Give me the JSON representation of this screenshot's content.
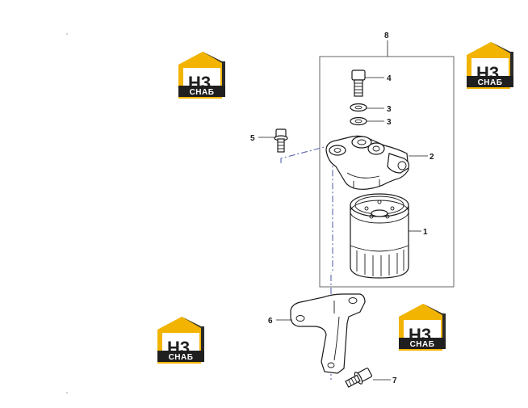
{
  "diagram": {
    "callouts": [
      {
        "id": "c8",
        "text": "8"
      },
      {
        "id": "c4",
        "text": "4"
      },
      {
        "id": "c3a",
        "text": "3"
      },
      {
        "id": "c3b",
        "text": "3"
      },
      {
        "id": "c5",
        "text": "5"
      },
      {
        "id": "c2",
        "text": "2"
      },
      {
        "id": "c1",
        "text": "1"
      },
      {
        "id": "c6",
        "text": "6"
      },
      {
        "id": "c7",
        "text": "7"
      }
    ],
    "parts": [
      {
        "callout": "1",
        "icon": "oil-filter-cartridge-icon"
      },
      {
        "callout": "2",
        "icon": "filter-head-icon"
      },
      {
        "callout": "3",
        "icon": "washer-icon"
      },
      {
        "callout": "4",
        "icon": "banjo-bolt-icon"
      },
      {
        "callout": "5",
        "icon": "flange-bolt-icon"
      },
      {
        "callout": "6",
        "icon": "mounting-bracket-icon"
      },
      {
        "callout": "7",
        "icon": "flange-bolt-icon"
      },
      {
        "callout": "8",
        "icon": "filter-assembly-box-icon"
      }
    ]
  },
  "watermark": {
    "letters": "H3",
    "subtitle": "СНАБ",
    "colors": {
      "roof_yellow": "#f2b400",
      "roof_dark": "#2b2b2b",
      "plate_dark": "#1f1f1f",
      "text_white": "#ffffff"
    }
  },
  "colors": {
    "line": "#1a1a1a",
    "dash_chain": "#5a66b0",
    "leader_tip": "#c8342c",
    "background": "#ffffff"
  }
}
